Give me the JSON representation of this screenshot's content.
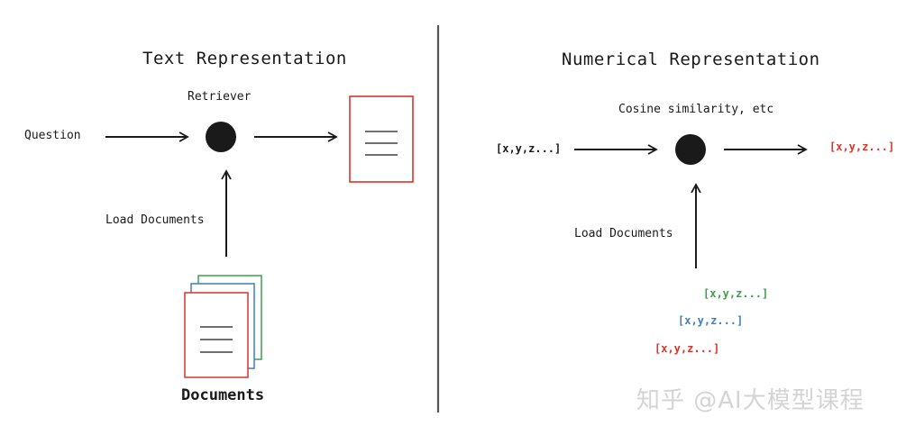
{
  "left_panel": {
    "title": "Text Representation",
    "retriever_label": "Retriever",
    "question_label": "Question",
    "load_label": "Load Documents",
    "documents_caption": "Documents"
  },
  "right_panel": {
    "title": "Numerical Representation",
    "similarity_label": "Cosine similarity, etc",
    "input_vector": "[x,y,z...]",
    "output_vector": "[x,y,z...]",
    "load_label": "Load Documents",
    "doc_vectors": [
      "[x,y,z...]",
      "[x,y,z...]",
      "[x,y,z...]"
    ]
  },
  "watermark": "知乎 @AI大模型课程",
  "colors": {
    "red": "#d9342b",
    "blue": "#3b7fc4",
    "green": "#3aa04a",
    "ink": "#1a1a1a",
    "divider": "#555555"
  }
}
